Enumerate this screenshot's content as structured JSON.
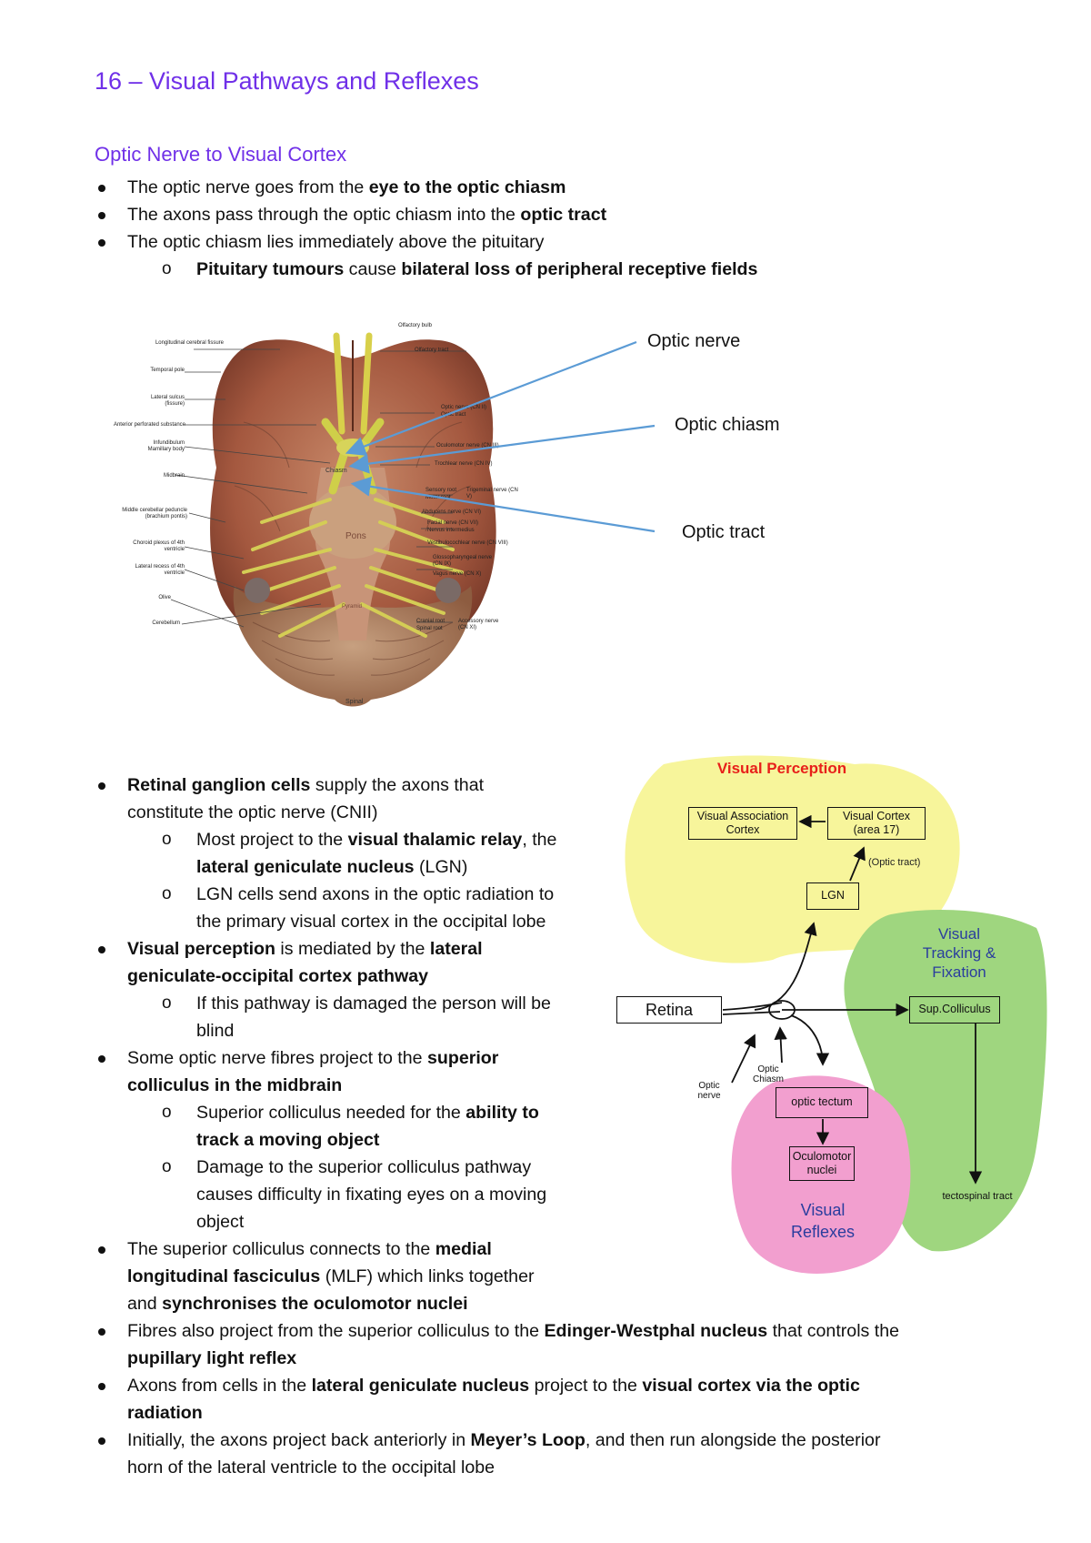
{
  "title": "16 – Visual Pathways and Reflexes",
  "section_heading": "Optic Nerve to Visual Cortex",
  "top_bullets": [
    {
      "parts": [
        "The optic nerve goes from the ",
        "eye to the optic chiasm",
        ""
      ]
    },
    {
      "parts": [
        "The axons pass through the optic chiasm into the ",
        "optic tract",
        ""
      ]
    },
    {
      "parts": [
        "The optic chiasm lies immediately above the pituitary",
        "",
        ""
      ]
    }
  ],
  "top_sub": {
    "b1": "Pituitary tumours",
    "t1": " cause ",
    "b2": "bilateral loss of peripheral receptive fields"
  },
  "figure_labels": {
    "optic_nerve": "Optic nerve",
    "optic_chiasm": "Optic chiasm",
    "optic_tract": "Optic tract"
  },
  "brain_labels": {
    "left": [
      "Longitudinal cerebral fissure",
      "Temporal pole",
      "Lateral sulcus (fissure)",
      "Anterior perforated substance",
      "Infundibulum",
      "Mamillary body",
      "Midbrain",
      "Middle cerebellar peduncle (brachium pontis)",
      "Choroid plexus of 4th ventricle",
      "Lateral recess of 4th ventricle",
      "Olive",
      "Cerebellum"
    ],
    "right": [
      "Olfactory bulb",
      "Olfactory tract",
      "Optic nerve (CN II)",
      "Optic tract",
      "Oculomotor nerve (CN III)",
      "Trochlear nerve (CN IV)",
      "Sensory root",
      "Motor root",
      "Trigeminal nerve (CN V)",
      "Abducens nerve (CN VI)",
      "Facial nerve (CN VII)",
      "Nervus intermedius",
      "Vestibulocochlear nerve (CN VIII)",
      "Glossopharyngeal nerve (CN IX)",
      "Vagus nerve (CN X)",
      "Cranial root",
      "Spinal root",
      "Accessory nerve (CN XI)"
    ],
    "center": [
      "Chiasm",
      "Pons",
      "Pyramid",
      "Spinal"
    ]
  },
  "lower": {
    "b1": {
      "b": "Retinal ganglion cells",
      "t": " supply the axons that",
      "t2": "constitute the optic nerve (CNII)"
    },
    "s1": {
      "t": "Most project to the ",
      "b": "visual thalamic relay",
      "t2": ", the",
      "b2": "lateral geniculate nucleus",
      "t3": " (LGN)"
    },
    "s2": {
      "t": "LGN cells send axons in the optic radiation to",
      "t2": "the primary visual cortex in the occipital lobe"
    },
    "b2": {
      "b": "Visual perception",
      "t": " is mediated by the ",
      "b2": "lateral",
      "b3": "geniculate-occipital cortex pathway"
    },
    "s3": {
      "t": "If this pathway is damaged the person will be",
      "t2": "blind"
    },
    "b3": {
      "t": "Some optic nerve fibres project to the ",
      "b": "superior",
      "b2": "colliculus in the midbrain"
    },
    "s4": {
      "t": "Superior colliculus needed for the ",
      "b": "ability to",
      "b2": "track a moving object"
    },
    "s5": {
      "t": "Damage to the superior colliculus pathway",
      "t2": "causes difficulty in fixating eyes on a moving",
      "t3": "object"
    },
    "b4": {
      "t": "The superior colliculus connects to the ",
      "b": "medial",
      "b2": "longitudinal fasciculus",
      "t2": " (MLF) which links together",
      "t3": "and ",
      "b3": "synchronises the oculomotor nuclei"
    },
    "b5": {
      "t": "Fibres also project from the superior colliculus to the ",
      "b": "Edinger-Westphal nucleus",
      "t2": " that controls the",
      "b2": "pupillary light reflex"
    },
    "b6": {
      "t": "Axons from cells in the ",
      "b": "lateral geniculate nucleus",
      "t2": " project to the ",
      "b2": "visual cortex via the optic",
      "b3": "radiation"
    },
    "b7": {
      "t": "Initially, the axons project back anteriorly in ",
      "b": "Meyer’s Loop",
      "t2": ", and then run alongside the posterior",
      "t3": "horn of the lateral ventricle to the occipital lobe"
    }
  },
  "diagram": {
    "visual_perception": "Visual Perception",
    "visual_association_cortex": "Visual Association Cortex",
    "visual_cortex": "Visual Cortex (area 17)",
    "optic_tract_note": "(Optic tract)",
    "lgn": "LGN",
    "visual_tracking": "Visual Tracking & Fixation",
    "sup_colliculus": "Sup.Colliculus",
    "retina": "Retina",
    "optic_nerve": "Optic nerve",
    "optic_chiasm": "Optic Chiasm",
    "optic_tectum": "optic tectum",
    "oculomotor_nuclei": "Oculomotor nuclei",
    "tectospinal_tract": "tectospinal tract",
    "visual_reflexes": "Visual Reflexes",
    "colors": {
      "perception": "#f7f59b",
      "tracking": "#9fd67f",
      "reflexes": "#f29fcf",
      "red_title": "#e8201a",
      "blue_text": "#2a3d9e",
      "arrow_blue": "#5b9bd5"
    }
  }
}
